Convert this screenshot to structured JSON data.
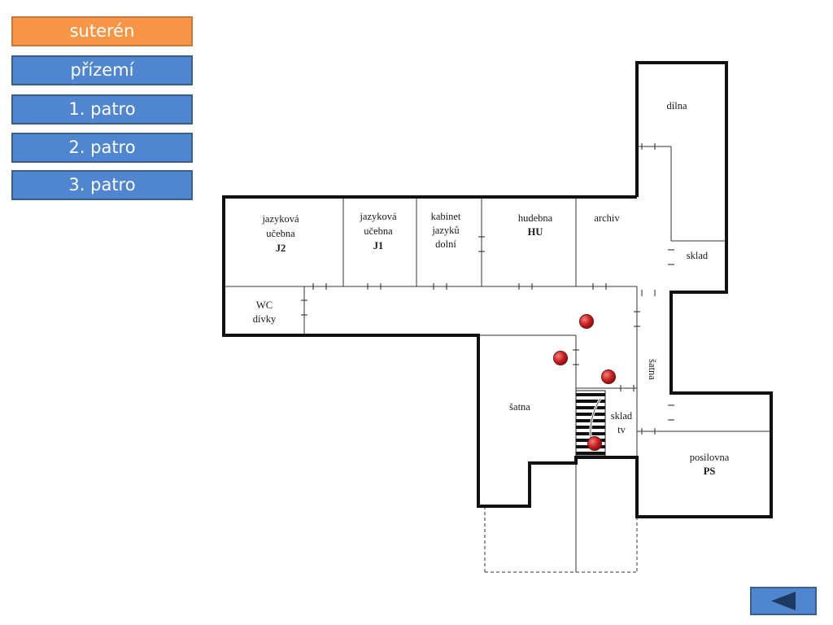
{
  "floor_menu": {
    "items": [
      {
        "label": "suterén",
        "active": true
      },
      {
        "label": "přízemí",
        "active": false
      },
      {
        "label": "1. patro",
        "active": false
      },
      {
        "label": "2. patro",
        "active": false
      },
      {
        "label": "3. patro",
        "active": false
      }
    ]
  },
  "rooms": {
    "jazykova_j2": {
      "line1": "jazyková",
      "line2": "učebna",
      "code": "J2"
    },
    "jazykova_j1": {
      "line1": "jazyková",
      "line2": "učebna",
      "code": "J1"
    },
    "kabinet": {
      "line1": "kabinet",
      "line2": "jazyků",
      "line3": "dolní"
    },
    "hudebna": {
      "line1": "hudebna",
      "code": "HU"
    },
    "archiv": {
      "line1": "archiv"
    },
    "dilna": {
      "line1": "dílna"
    },
    "sklad": {
      "line1": "sklad"
    },
    "wc": {
      "line1": "WC",
      "line2": "dívky"
    },
    "satna_vertical": {
      "line1": "šatna"
    },
    "satna": {
      "line1": "šatna"
    },
    "sklad_tv": {
      "line1": "sklad",
      "line2": "tv"
    },
    "posilovna": {
      "line1": "posilovna",
      "code": "PS"
    }
  },
  "markers": {
    "count": 4,
    "color": "#cc2222"
  },
  "back_button": {
    "icon": "triangle-left-icon"
  },
  "colors": {
    "active": "#f79646",
    "inactive": "#4f86cf",
    "border": "#3b5f86"
  }
}
